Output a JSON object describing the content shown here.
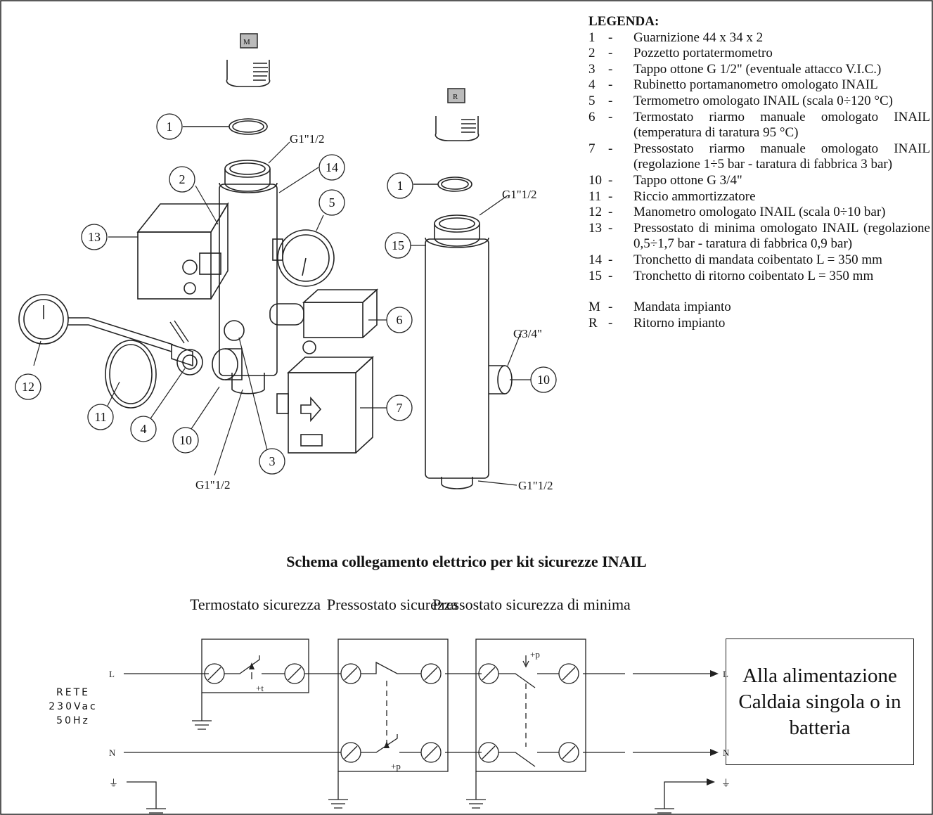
{
  "legend": {
    "title": "LEGENDA:",
    "items": [
      {
        "num": "1",
        "text": "Guarnizione 44 x 34 x 2"
      },
      {
        "num": "2",
        "text": "Pozzetto portatermometro"
      },
      {
        "num": "3",
        "text": "Tappo ottone G 1/2\" (eventuale attacco V.I.C.)"
      },
      {
        "num": "4",
        "text": "Rubinetto portamanometro omologato INAIL"
      },
      {
        "num": "5",
        "text": "Termometro omologato INAIL (scala 0÷120 °C)"
      },
      {
        "num": "6",
        "text": "Termostato riarmo manuale omologato INAIL (temperatura di taratura 95 °C)"
      },
      {
        "num": "7",
        "text": "Pressostato riarmo manuale omologato INAIL (regolazione 1÷5 bar - taratura di fabbrica 3 bar)"
      },
      {
        "num": "10",
        "text": "Tappo ottone G 3/4\""
      },
      {
        "num": "11",
        "text": "Riccio ammortizzatore"
      },
      {
        "num": "12",
        "text": "Manometro omologato INAIL (scala 0÷10 bar)"
      },
      {
        "num": "13",
        "text": "Pressostato di minima omologato INAIL (regolazione 0,5÷1,7 bar - taratura di fabbrica 0,9 bar)"
      },
      {
        "num": "14",
        "text": "Tronchetto di mandata coibentato L = 350 mm"
      },
      {
        "num": "15",
        "text": "Tronchetto di ritorno coibentato L = 350 mm"
      }
    ],
    "extra": [
      {
        "num": "M",
        "text": "Mandata impianto"
      },
      {
        "num": "R",
        "text": "Ritorno impianto"
      }
    ]
  },
  "drawing": {
    "tag_m": "M",
    "tag_r": "R",
    "thread_label": "G1\"1/2",
    "g34_label": "G3/4\"",
    "callouts": {
      "c1": "1",
      "c2": "2",
      "c3": "3",
      "c4": "4",
      "c5": "5",
      "c6": "6",
      "c7": "7",
      "c10": "10",
      "c11": "11",
      "c12": "12",
      "c13": "13",
      "c14": "14",
      "c15": "15"
    }
  },
  "schema": {
    "title": "Schema collegamento elettrico per kit sicurezze INAIL",
    "termostato": "Termostato sicurezza",
    "pressostato": "Pressostato sicurezza",
    "pressostato_min": "Pressostato sicurezza di minima",
    "rete": "RETE\n230Vac\n50Hz",
    "line_l": "L",
    "line_n": "N",
    "plus_t": "+t",
    "plus_p": "+p",
    "supply": "Alla alimentazione Caldaia singola o in batteria"
  }
}
